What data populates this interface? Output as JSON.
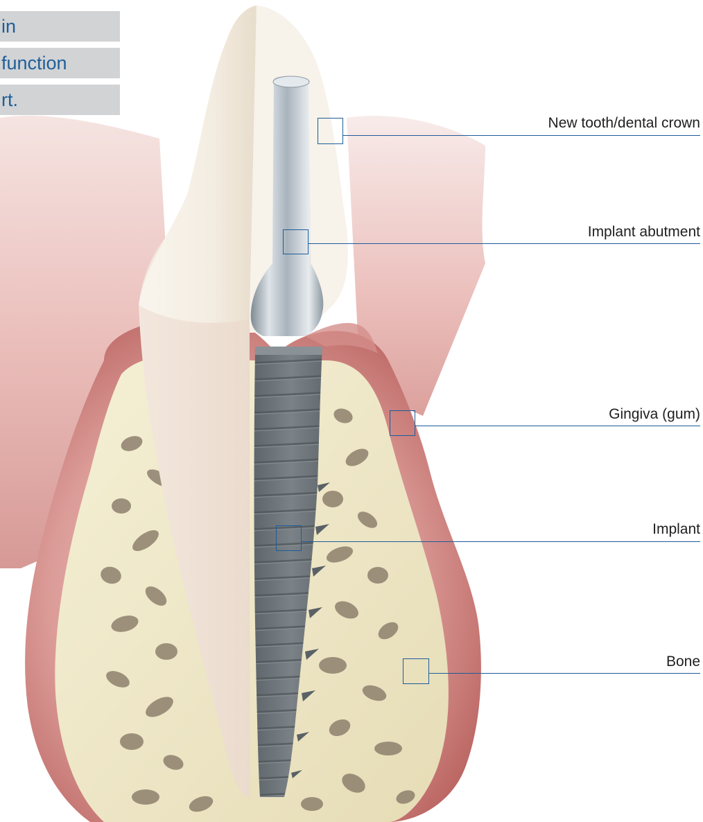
{
  "intro_lines": [
    "in",
    "function",
    "rt."
  ],
  "callouts": [
    {
      "id": "crown",
      "label": "New tooth/dental crown"
    },
    {
      "id": "abutment",
      "label": "Implant abutment"
    },
    {
      "id": "gingiva",
      "label": "Gingiva (gum)"
    },
    {
      "id": "implant",
      "label": "Implant"
    },
    {
      "id": "bone",
      "label": "Bone"
    }
  ],
  "colors": {
    "accent_blue": "#1c5b9a",
    "text_blue": "#1f5f99",
    "bar_gray": "#d2d3d5",
    "gum": "#d99a98",
    "bone": "#efe9c8",
    "crown": "#f6f0e6",
    "metal": "#a9b4bd",
    "implant_gray": "#6e757a"
  }
}
